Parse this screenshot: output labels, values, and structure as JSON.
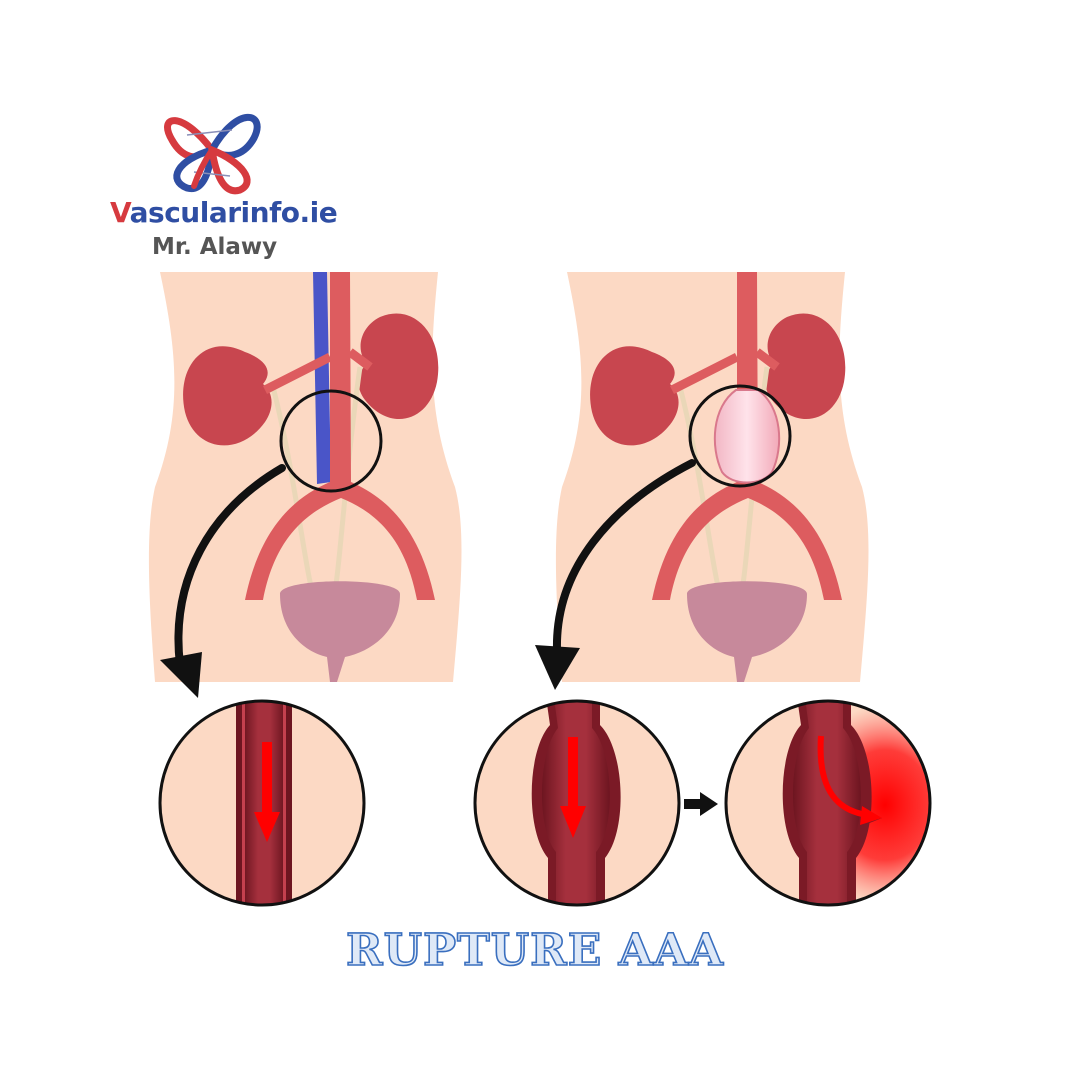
{
  "logo": {
    "wordmark_v": "V",
    "wordmark_rest": "ascularinfo.ie",
    "author": "Mr. Alawy"
  },
  "caption": "RUPTURE AAA",
  "colors": {
    "skin": "#fcd9c4",
    "artery": "#dd5c5f",
    "artery_dark": "#8c1e2a",
    "vein": "#4a55c8",
    "kidney": "#c8464f",
    "bladder": "#c7899b",
    "ureter": "#ead7b8",
    "flow_arrow": "#ff0000",
    "rupture_glow": "#ff0000",
    "caption_blue": "#3a6fbf",
    "logo_red": "#d63a3f",
    "logo_blue": "#2f4ea3",
    "logo_grey": "#555555"
  },
  "icons": [
    "butterfly-logo-icon",
    "vein-glyph-icon"
  ]
}
